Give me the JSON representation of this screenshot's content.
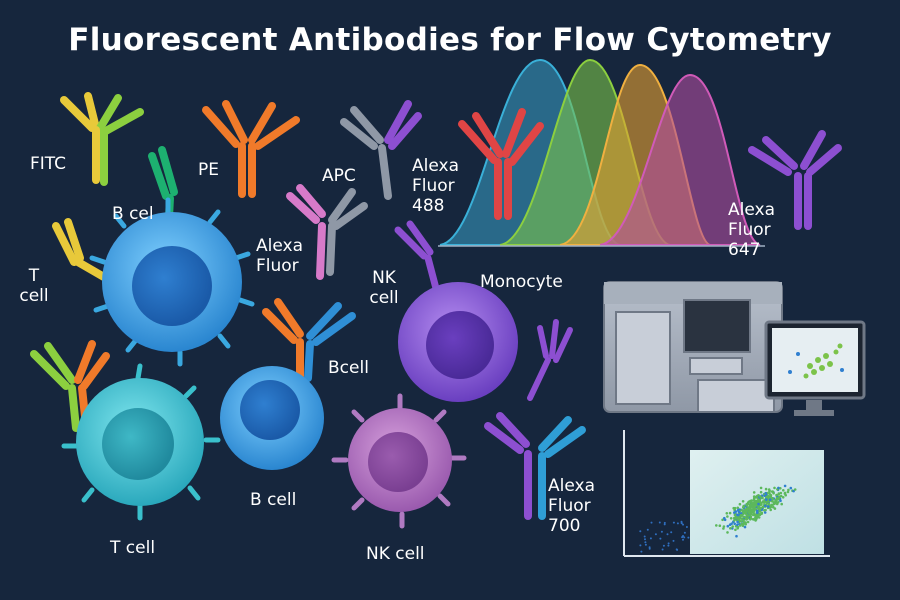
{
  "title": "Fluorescent Antibodies for Flow Cytometry",
  "fluorophores": {
    "fitc": "FITC",
    "pe": "PE",
    "apc": "APC",
    "alexa_488": [
      "Alexa",
      "Fluor",
      "488"
    ],
    "alexa_small": [
      "Alexa",
      "Fluor"
    ],
    "alexa_647": [
      "Alexa",
      "Fluor",
      "647"
    ],
    "alexa_700": [
      "Alexa",
      "Fluor",
      "700"
    ]
  },
  "cells": {
    "b_cell_top": "B cel",
    "t_cell_left": [
      "T",
      "cell"
    ],
    "nk_cell_mid": [
      "NK",
      "cell"
    ],
    "monocyte": "Monocyte",
    "b_cell_right": "Bcell",
    "b_cell_bottom": "B cell",
    "t_cell_bottom": "T cell",
    "nk_cell_bottom": "NK cell"
  },
  "colors": {
    "background": "#16263d",
    "fitc_green": "#8ccf3f",
    "fitc_yellow": "#e8c93a",
    "pe_orange": "#f07a2a",
    "apc_gray": "#8f98a6",
    "purple": "#8d4fd1",
    "pink": "#d77ac9",
    "blue_cell": "#2f8fd6",
    "teal_cell": "#2fb4c4",
    "violet_cell": "#7c52c8",
    "magenta_cell": "#a56ab8",
    "red_antibody": "#e04545"
  }
}
